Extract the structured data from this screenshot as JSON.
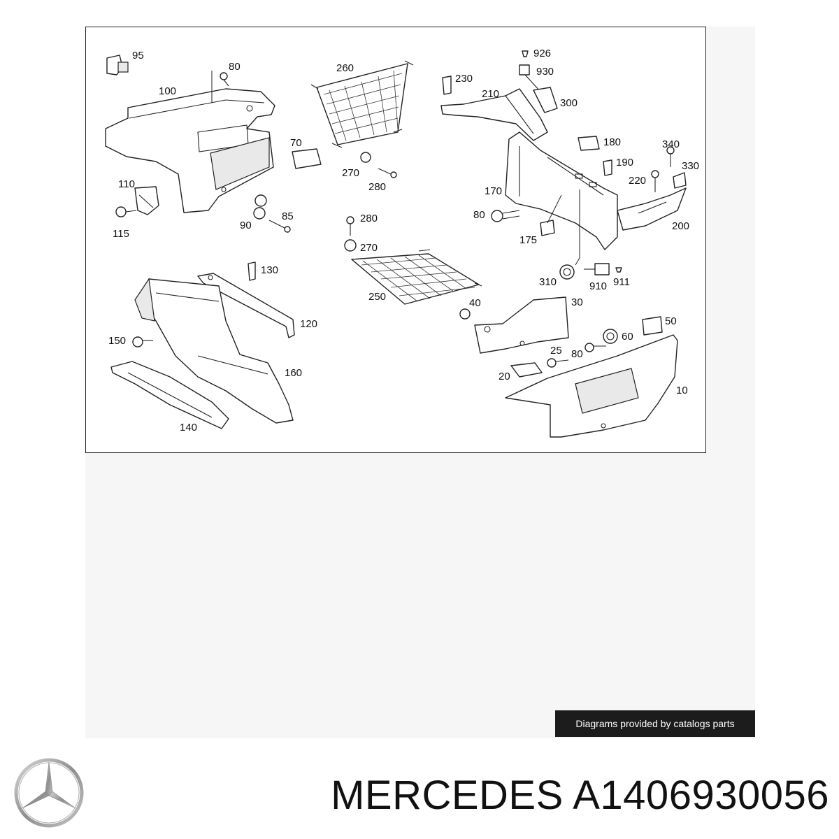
{
  "diagram": {
    "callouts": [
      "95",
      "80",
      "100",
      "70",
      "110",
      "115",
      "90",
      "85",
      "260",
      "270",
      "280",
      "230",
      "210",
      "926",
      "930",
      "300",
      "180",
      "340",
      "190",
      "330",
      "220",
      "170",
      "200",
      "175",
      "130",
      "120",
      "150",
      "160",
      "140",
      "250",
      "40",
      "30",
      "310",
      "910",
      "911",
      "60",
      "50",
      "25",
      "20",
      "10"
    ]
  },
  "credit": {
    "text": "Diagrams provided by catalogs parts"
  },
  "brand": {
    "name": "MERCEDES",
    "part_number": "A1406930056",
    "logo_icon": "mercedes-star-icon"
  }
}
